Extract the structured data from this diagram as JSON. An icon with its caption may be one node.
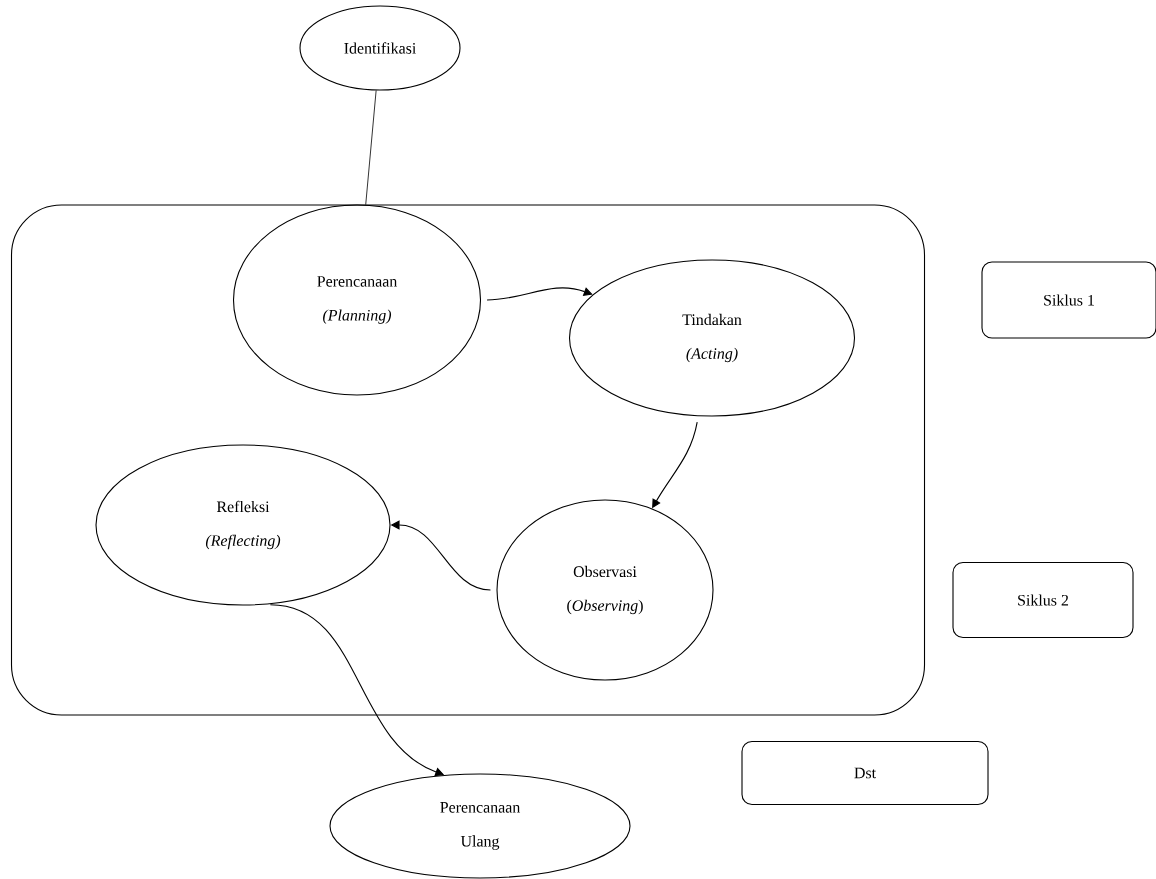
{
  "diagram": {
    "nodes": [
      {
        "text": [
          "Identifikasi"
        ]
      },
      {
        "text": [],
        "shape": "box"
      },
      {
        "text": [
          "Perencanaan *(Planning)*"
        ],
        "in": 1
      },
      {
        "text": [
          "Tindakan *(Acting)*"
        ],
        "in": 1
      },
      {
        "text": [
          "Refleksi *(Reflecting)*"
        ],
        "in": 1
      },
      {
        "text": [
          "Observasi (*Observing*)"
        ],
        "in": 1
      },
      {
        "text": [
          "Perencanaan Ulang"
        ]
      },
      {
        "text": [
          "Siklus 1"
        ]
      },
      {
        "text": [
          "Siklus 2"
        ]
      },
      {
        "text": [
          "Dst"
        ]
      }
    ],
    "edges": [
      {
        "from": 0,
        "to": 2,
        "arrow": "none"
      },
      {
        "from": 2,
        "to": 3,
        "arrow": "to"
      },
      {
        "from": 3,
        "to": 5,
        "arrow": "to"
      },
      {
        "from": 5,
        "to": 4,
        "arrow": "to"
      },
      {
        "from": 4,
        "to": 6,
        "arrow": "to"
      }
    ]
  }
}
